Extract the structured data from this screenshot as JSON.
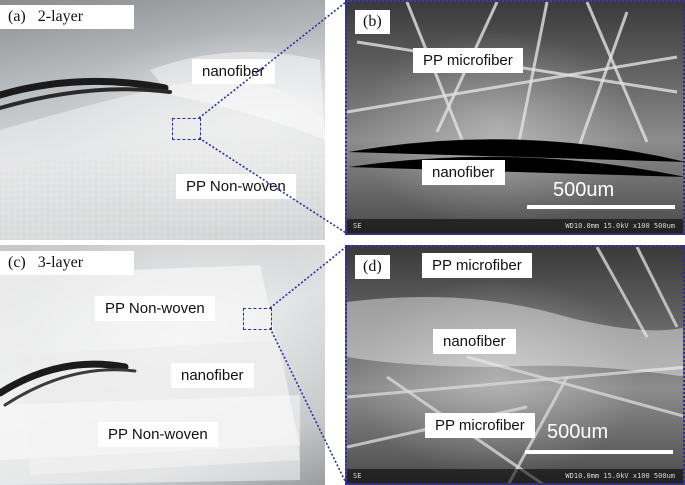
{
  "panels": {
    "a": {
      "tag": "(a)",
      "title": "2-layer",
      "labels": [
        "nanofiber",
        "PP Non-woven"
      ]
    },
    "b": {
      "tag": "(b)",
      "labels": [
        "PP microfiber",
        "nanofiber"
      ],
      "scale": "500um",
      "strip_left": "SE",
      "strip_right": "WD10.0mm 15.0kV x100  500um"
    },
    "c": {
      "tag": "(c)",
      "title": "3-layer",
      "labels": [
        "PP Non-woven",
        "nanofiber",
        "PP Non-woven"
      ]
    },
    "d": {
      "tag": "(d)",
      "labels": [
        "PP microfiber",
        "nanofiber",
        "PP microfiber"
      ],
      "scale": "500um",
      "strip_left": "SE",
      "strip_right": "WD10.0mm 15.0kV x100  500um"
    }
  },
  "colors": {
    "connector": "#2c2ca8",
    "sem_dark": "#3a3a3a",
    "photo_light": "#d8dadc"
  },
  "icons": [
    "tweezers-icon"
  ]
}
